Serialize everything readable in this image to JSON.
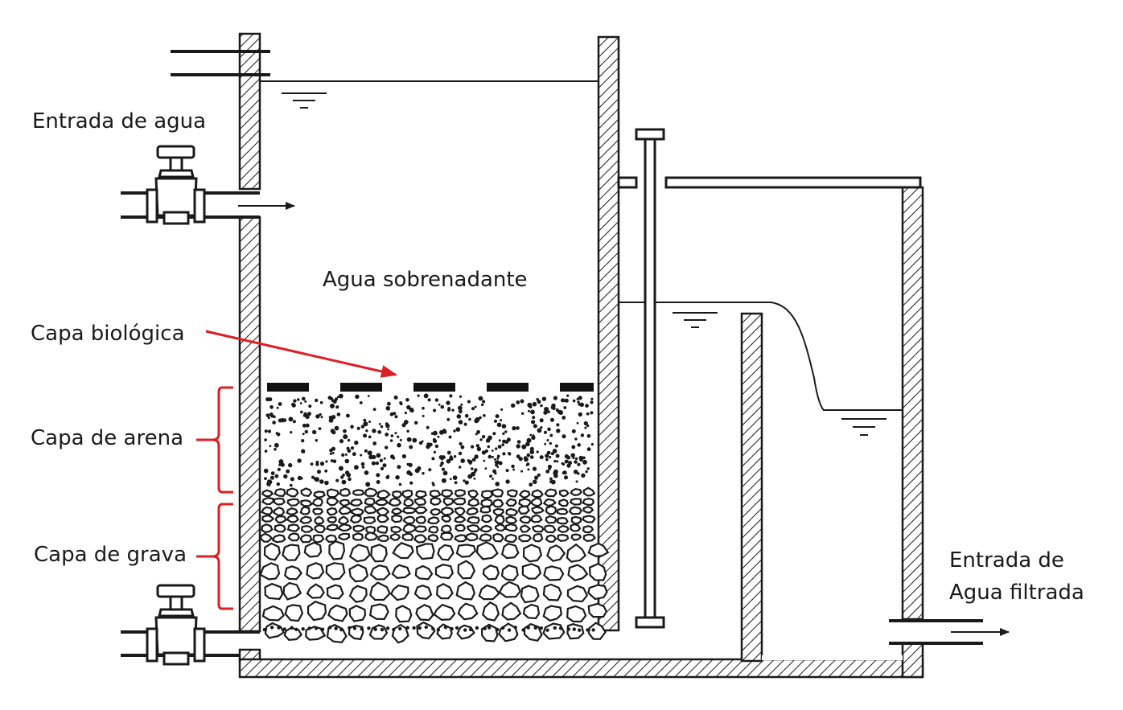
{
  "labels": {
    "water_inlet": "Entrada de agua",
    "supernatant": "Agua sobrenadante",
    "bio_layer": "Capa biológica",
    "sand_layer": "Capa de arena",
    "gravel_layer": "Capa de grava",
    "outlet_line1": "Entrada de",
    "outlet_line2": "Agua filtrada"
  },
  "colors": {
    "line": "#1a1a1a",
    "accent": "#dd1f26",
    "background": "#ffffff"
  }
}
